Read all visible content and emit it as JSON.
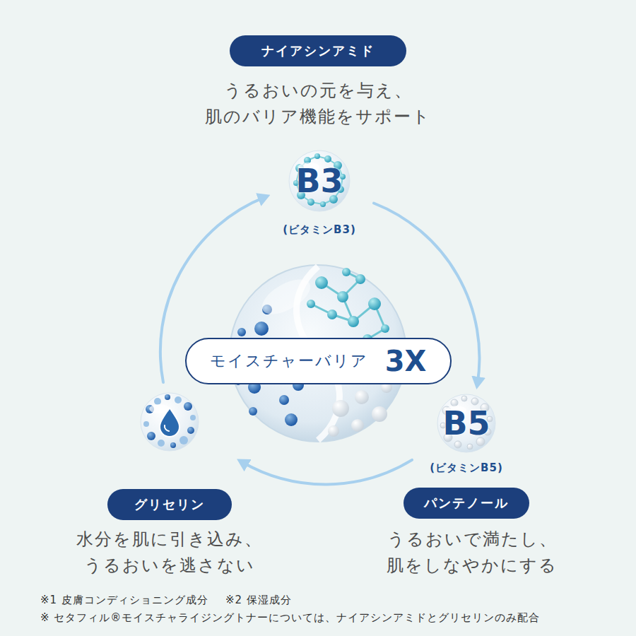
{
  "diagram": {
    "nodes": [
      {
        "text": [
          "ナイアシンアミド"
        ]
      },
      {
        "text": [
          "B3",
          "(ビタミンB3)"
        ]
      },
      {
        "text": [
          "モイスチャーバリア",
          "3X"
        ]
      },
      {
        "text": [
          "B5",
          "(ビタミンB5)"
        ]
      },
      {
        "text": [
          "パンテノール"
        ]
      },
      {
        "text": [
          "グリセリン"
        ]
      }
    ],
    "edges": [
      {
        "from": 1,
        "to": 3,
        "arrow": "to"
      },
      {
        "from": 3,
        "to": 5,
        "arrow": "to"
      },
      {
        "from": 5,
        "to": 1,
        "arrow": "to"
      }
    ],
    "labels": [
      "うるおいの元を与え、 肌のバリア機能をサポート",
      "うるおいで満たし、 肌をしなやかにする",
      "水分を肌に引き込み、 うるおいを逃さない",
      "※1 皮膚コンディショニング成分",
      "※2 保湿成分",
      "※ セタフィル®モイスチャライジングトナーについては、ナイアシンアミドとグリセリンのみ配合"
    ]
  }
}
